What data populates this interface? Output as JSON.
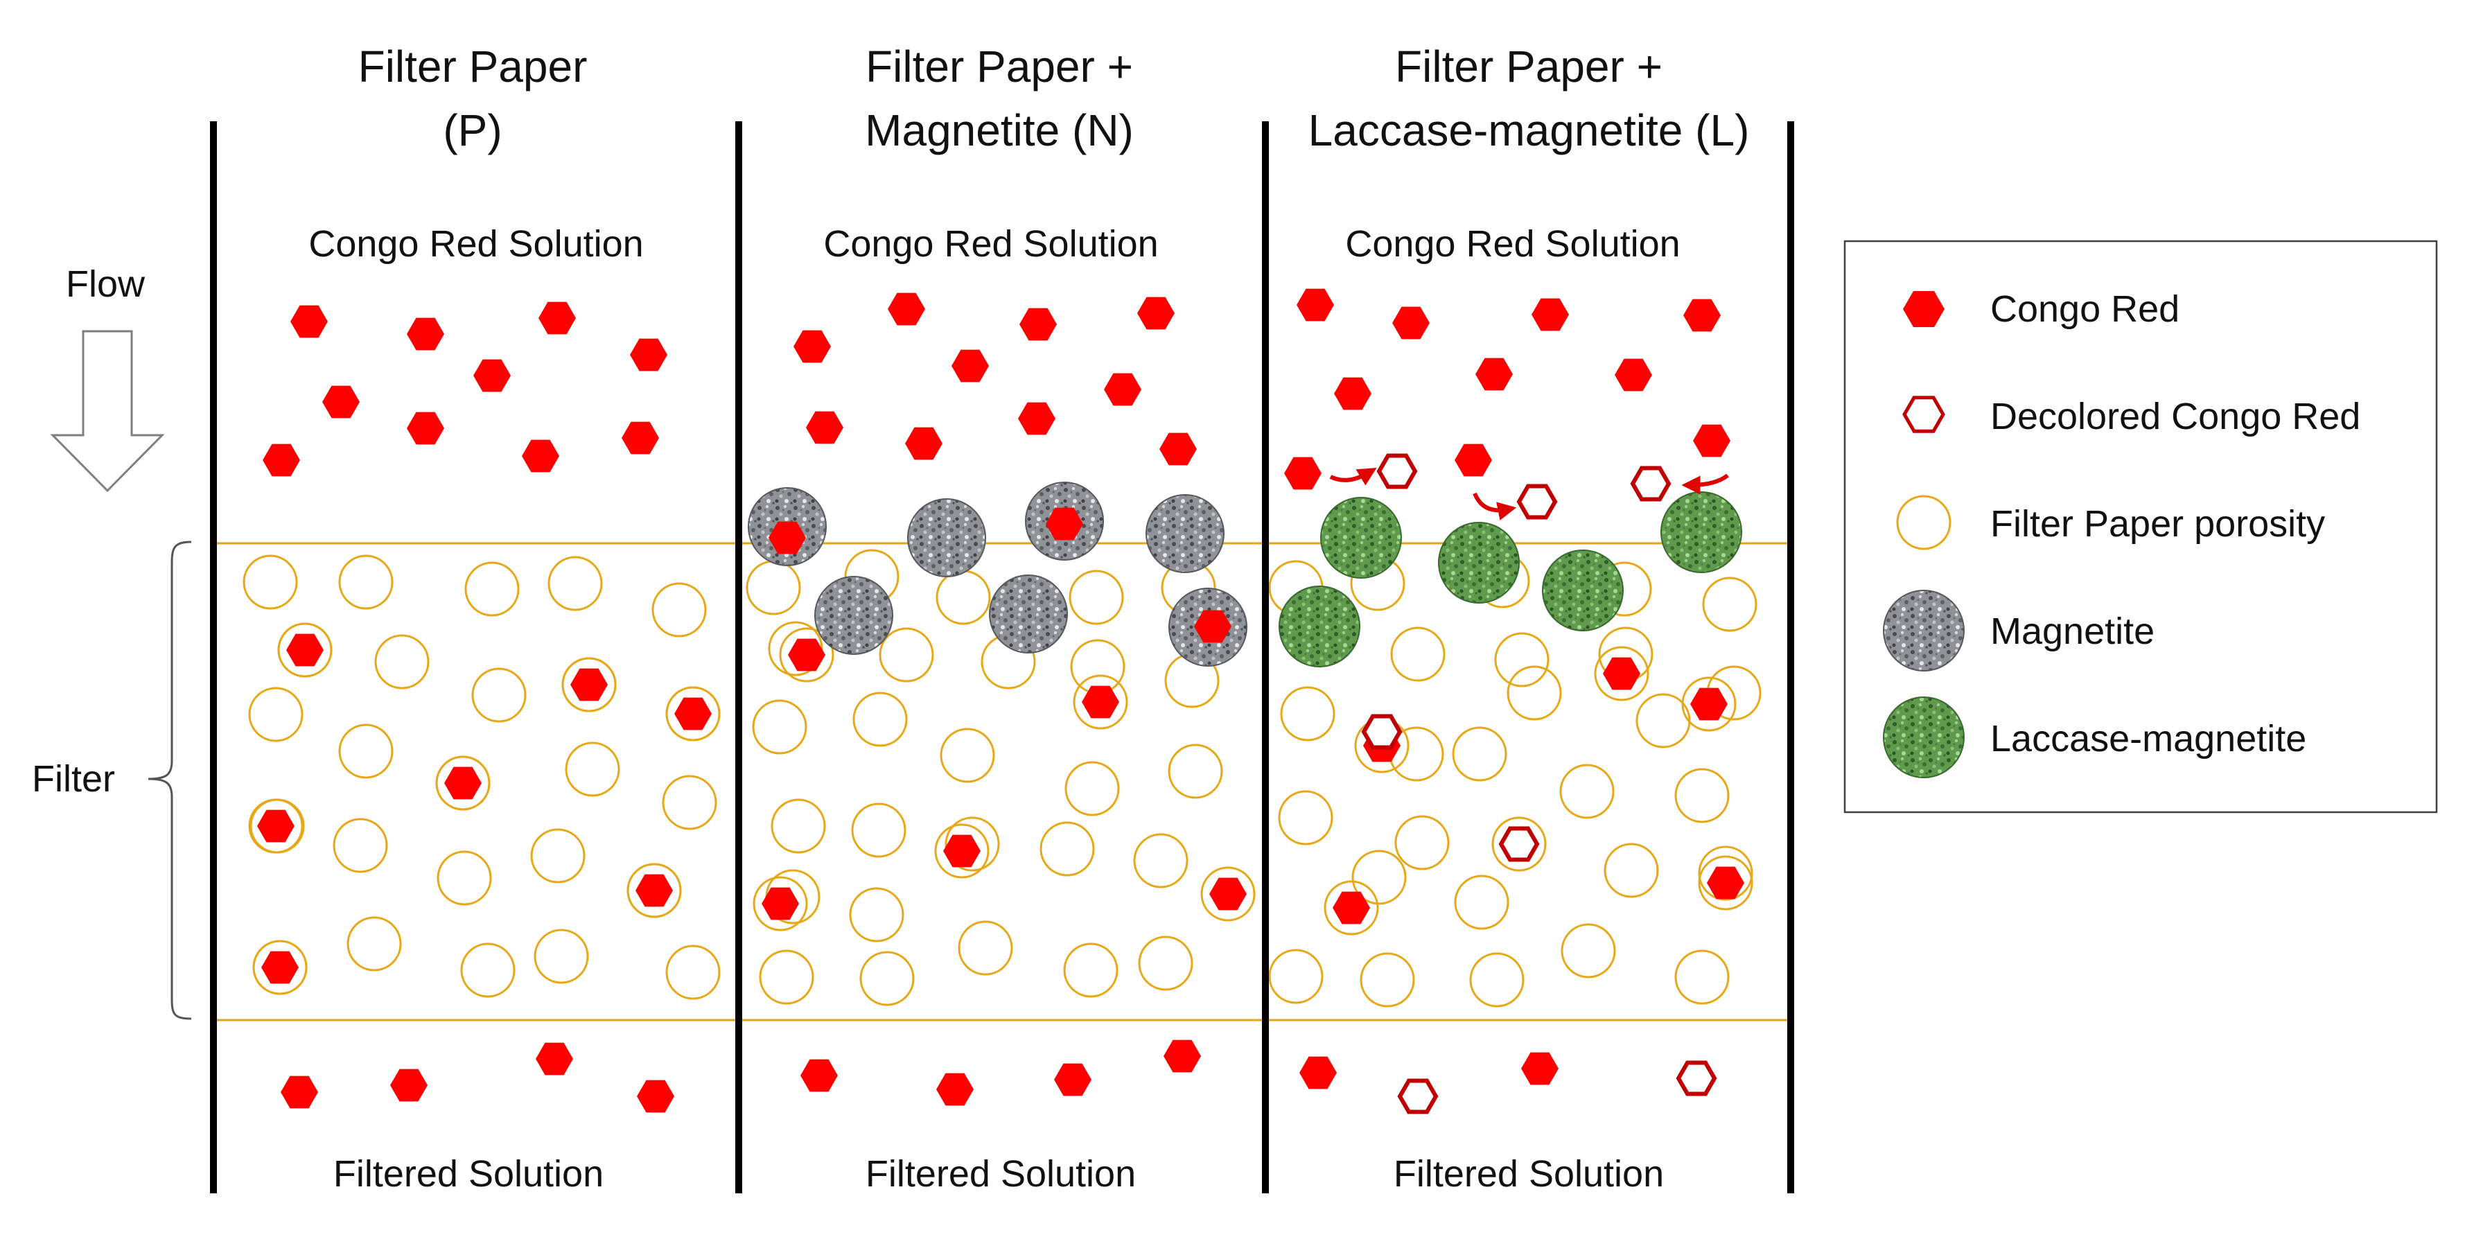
{
  "columns": [
    {
      "title_line1": "Filter Paper",
      "title_line2": "(P)",
      "top_label": "Congo Red Solution",
      "bottom_label": "Filtered Solution"
    },
    {
      "title_line1": "Filter Paper +",
      "title_line2": "Magnetite (N)",
      "top_label": "Congo Red Solution",
      "bottom_label": "Filtered Solution"
    },
    {
      "title_line1": "Filter Paper +",
      "title_line2": "Laccase-magnetite (L)",
      "top_label": "Congo Red Solution",
      "bottom_label": "Filtered Solution"
    }
  ],
  "side": {
    "flow_label": "Flow",
    "filter_label": "Filter"
  },
  "legend": {
    "items": [
      {
        "key": "congo-red",
        "label": "Congo Red"
      },
      {
        "key": "decolored-congo-red",
        "label": "Decolored Congo Red"
      },
      {
        "key": "filter-paper-porosity",
        "label": "Filter Paper porosity"
      },
      {
        "key": "magnetite",
        "label": "Magnetite"
      },
      {
        "key": "laccase-magnetite",
        "label": "Laccase-magnetite"
      }
    ]
  },
  "colors": {
    "congo_red": "#ff0000",
    "decolored_congo_red": "#c00000",
    "pore": "#e6a817",
    "magnetite": "#8a8d93",
    "laccase_magnetite": "#5e9a4c",
    "wall": "#000000"
  },
  "icons": [
    "down-arrow-icon",
    "curly-brace-icon",
    "curved-arrow-icon"
  ]
}
